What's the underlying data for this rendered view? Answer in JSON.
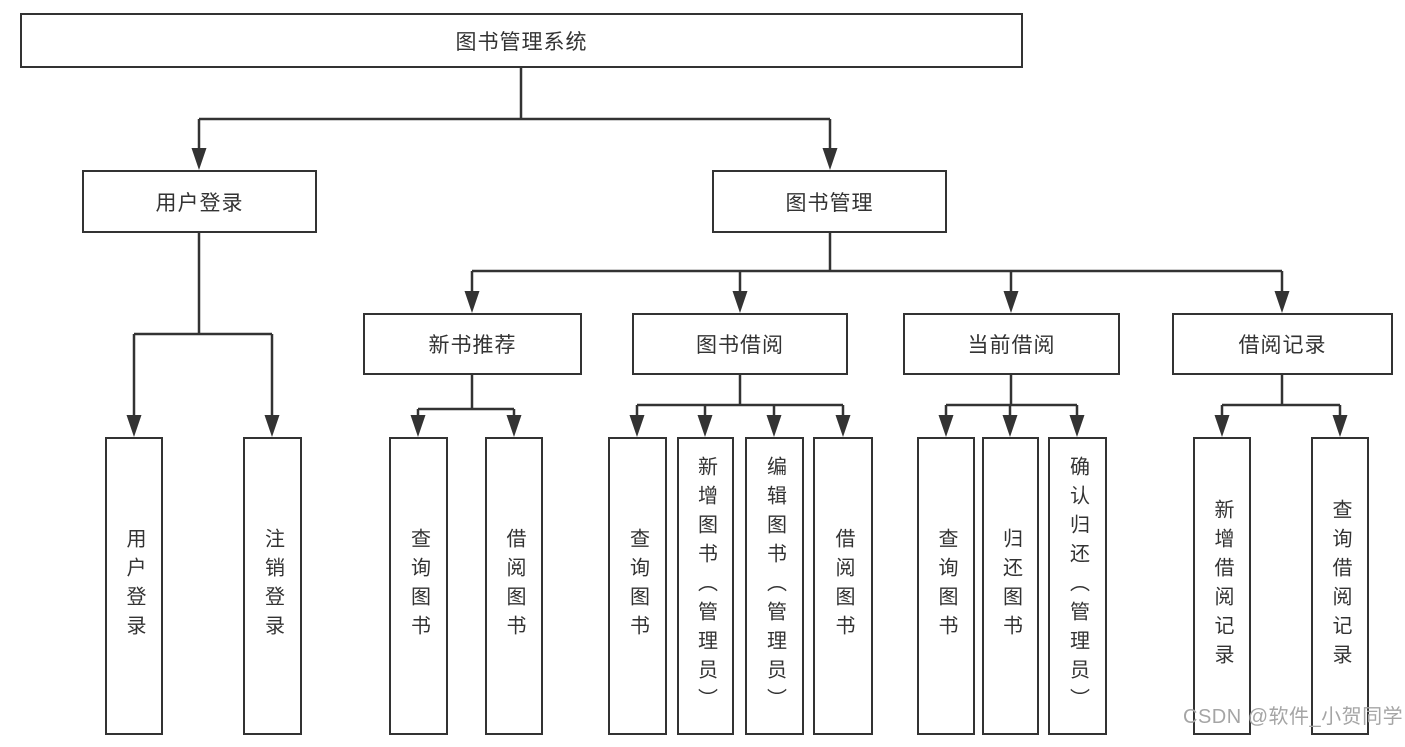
{
  "style": {
    "line_color": "#333333",
    "box_border_color": "#333333",
    "text_color": "#333333",
    "watermark_color": "#a5a5a5",
    "background": "#ffffff"
  },
  "watermark": "CSDN @软件_小贺同学",
  "tree": {
    "root": {
      "label": "图书管理系统"
    },
    "user_login": {
      "label": "用户登录",
      "children": [
        {
          "label": "用户登录"
        },
        {
          "label": "注销登录"
        }
      ]
    },
    "book_mgmt": {
      "label": "图书管理",
      "sections": [
        {
          "label": "新书推荐",
          "children": [
            {
              "label": "查询图书"
            },
            {
              "label": "借阅图书"
            }
          ]
        },
        {
          "label": "图书借阅",
          "children": [
            {
              "label": "查询图书"
            },
            {
              "label": "新增图书（管理员）"
            },
            {
              "label": "编辑图书（管理员）"
            },
            {
              "label": "借阅图书"
            }
          ]
        },
        {
          "label": "当前借阅",
          "children": [
            {
              "label": "查询图书"
            },
            {
              "label": "归还图书"
            },
            {
              "label": "确认归还（管理员）"
            }
          ]
        },
        {
          "label": "借阅记录",
          "children": [
            {
              "label": "新增借阅记录"
            },
            {
              "label": "查询借阅记录"
            }
          ]
        }
      ]
    }
  }
}
